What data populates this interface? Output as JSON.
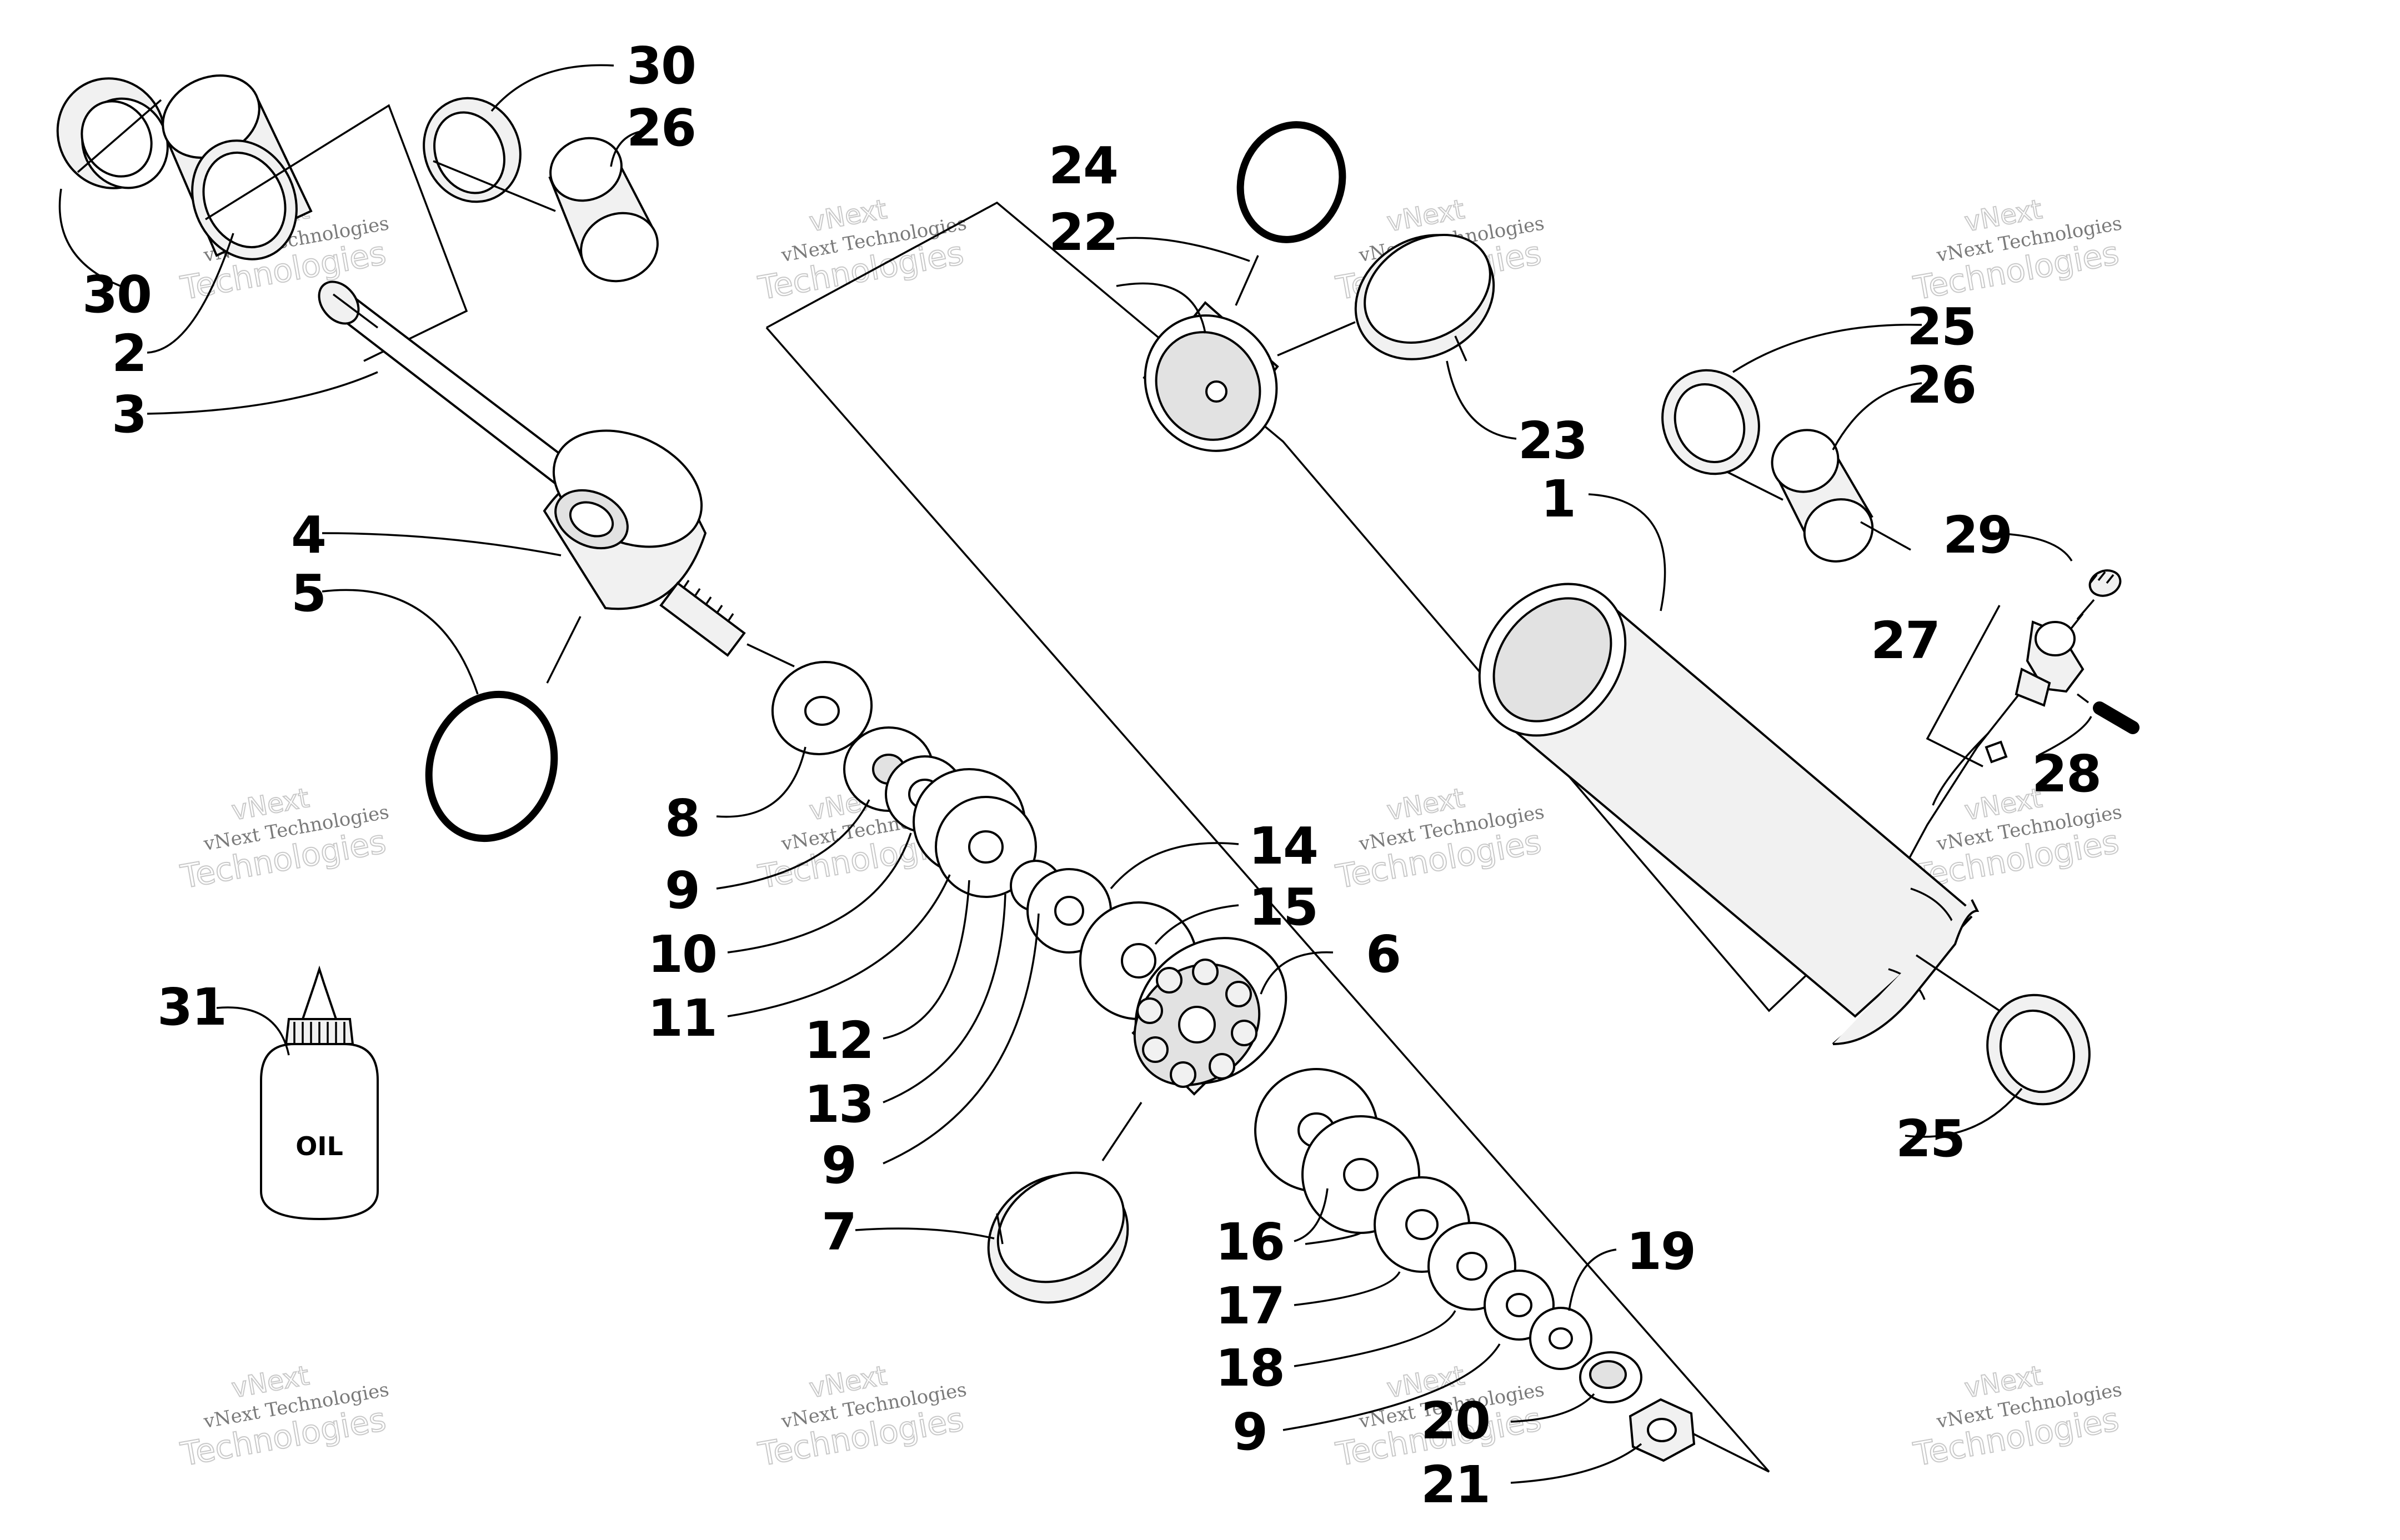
{
  "diagram": {
    "callouts": {
      "c1": "1",
      "c2": "2",
      "c3": "3",
      "c4": "4",
      "c5": "5",
      "c6": "6",
      "c7": "7",
      "c8": "8",
      "c9a": "9",
      "c9b": "9",
      "c9c": "9",
      "c10": "10",
      "c11": "11",
      "c12": "12",
      "c13": "13",
      "c14": "14",
      "c15": "15",
      "c16": "16",
      "c17": "17",
      "c18": "18",
      "c19": "19",
      "c20": "20",
      "c21": "21",
      "c22": "22",
      "c23": "23",
      "c24": "24",
      "c25a": "25",
      "c25b": "25",
      "c26a": "26",
      "c26b": "26",
      "c27": "27",
      "c28": "28",
      "c29": "29",
      "c30a": "30",
      "c30b": "30",
      "c31": "31"
    },
    "oil_label": "OIL",
    "watermark": {
      "small": "vNext Technologies",
      "big_top": "vNext",
      "big_bottom": "Technologies"
    }
  }
}
